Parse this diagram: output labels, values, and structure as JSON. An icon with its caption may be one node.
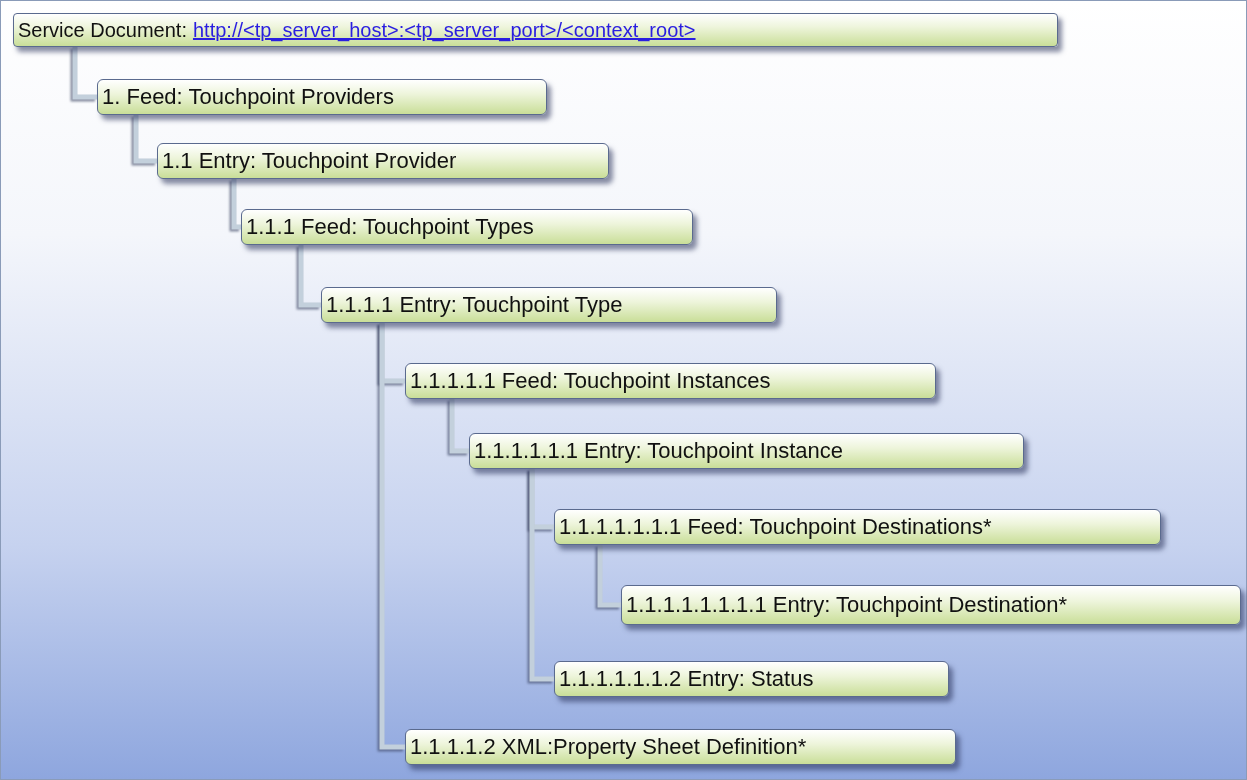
{
  "diagram": {
    "nodes": [
      {
        "text": [
          "Service Document:",
          "http://<tp_server_host>:<tp_server_port>/<context_root>"
        ]
      },
      {
        "text": [
          "1. Feed: Touchpoint Providers"
        ]
      },
      {
        "text": [
          "1.1 Entry: Touchpoint Provider"
        ]
      },
      {
        "text": [
          "1.1.1 Feed: Touchpoint Types"
        ]
      },
      {
        "text": [
          "1.1.1.1 Entry: Touchpoint Type"
        ]
      },
      {
        "text": [
          "1.1.1.1.1 Feed: Touchpoint Instances"
        ]
      },
      {
        "text": [
          "1.1.1.1.1.1 Entry: Touchpoint Instance"
        ]
      },
      {
        "text": [
          "1.1.1.1.1.1.1 Feed: Touchpoint Destinations*"
        ]
      },
      {
        "text": [
          "1.1.1.1.1.1.1.1 Entry: Touchpoint Destination*"
        ]
      },
      {
        "text": [
          "1.1.1.1.1.1.2 Entry: Status"
        ]
      },
      {
        "text": [
          "1.1.1.1.2 XML:Property Sheet Definition*"
        ]
      }
    ],
    "edges": [
      {
        "from": 0,
        "to": 1,
        "arrow": "none"
      },
      {
        "from": 1,
        "to": 2,
        "arrow": "none"
      },
      {
        "from": 2,
        "to": 3,
        "arrow": "none"
      },
      {
        "from": 3,
        "to": 4,
        "arrow": "none"
      },
      {
        "from": 4,
        "to": 5,
        "arrow": "none"
      },
      {
        "from": 5,
        "to": 6,
        "arrow": "none"
      },
      {
        "from": 6,
        "to": 7,
        "arrow": "none"
      },
      {
        "from": 7,
        "to": 8,
        "arrow": "none"
      },
      {
        "from": 6,
        "to": 9,
        "arrow": "none"
      },
      {
        "from": 4,
        "to": 10,
        "arrow": "none"
      }
    ]
  }
}
